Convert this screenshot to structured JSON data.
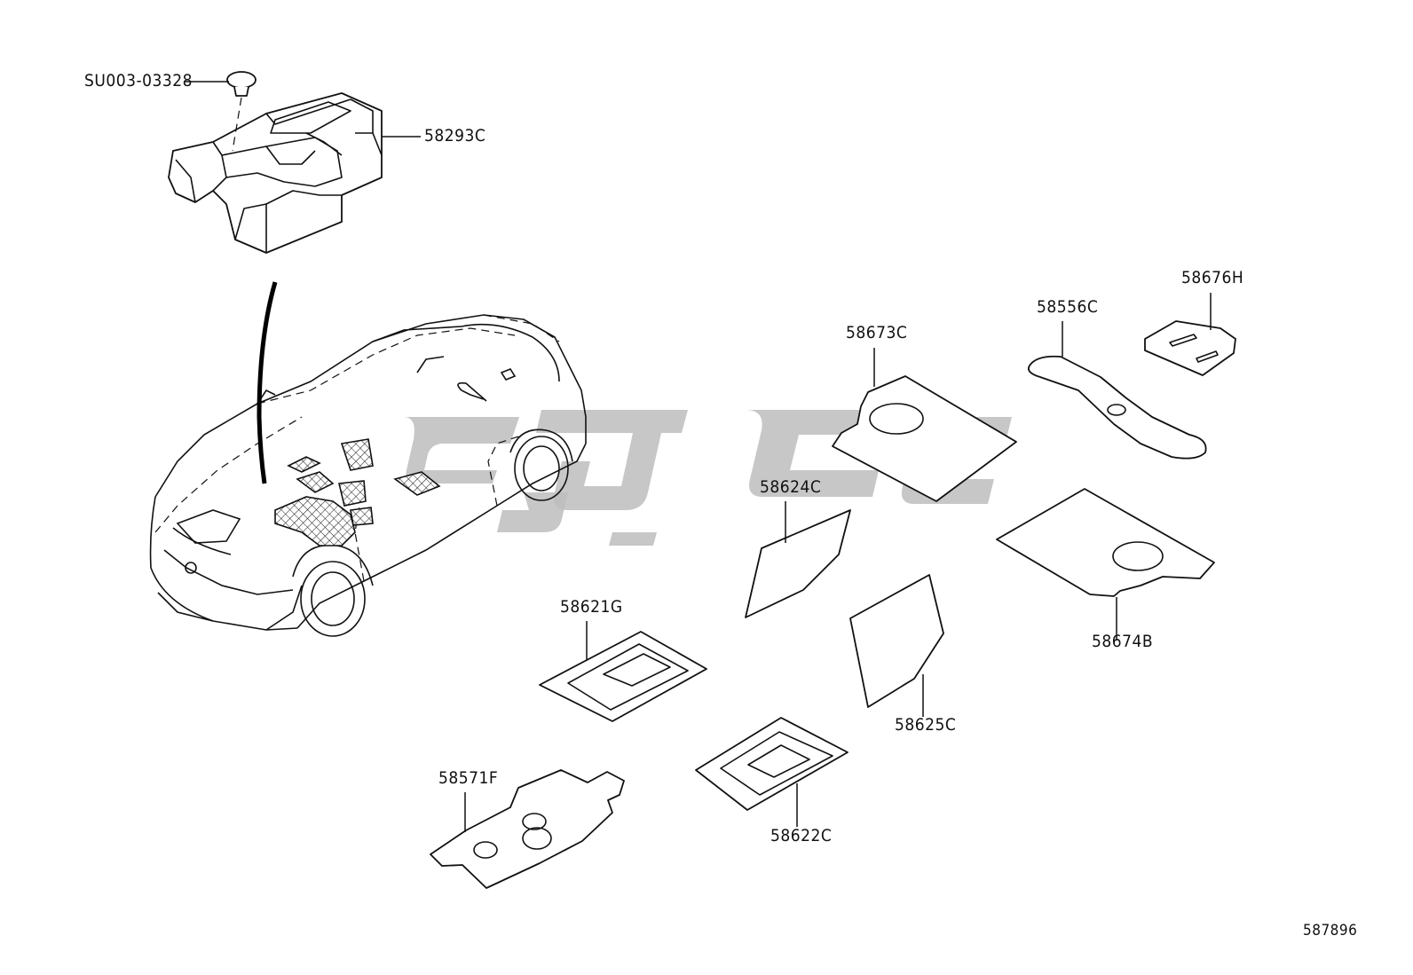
{
  "diagram": {
    "figure_number": "587896",
    "watermark_text": "",
    "callouts": [
      {
        "id": "fastener",
        "part_no": "SU003-03328"
      },
      {
        "id": "tunnel-silencer",
        "part_no": "58293C"
      },
      {
        "id": "silencer-58676H",
        "part_no": "58676H"
      },
      {
        "id": "silencer-58556C",
        "part_no": "58556C"
      },
      {
        "id": "silencer-58673C",
        "part_no": "58673C"
      },
      {
        "id": "silencer-58624C",
        "part_no": "58624C"
      },
      {
        "id": "silencer-58674B",
        "part_no": "58674B"
      },
      {
        "id": "silencer-58621G",
        "part_no": "58621G"
      },
      {
        "id": "silencer-58625C",
        "part_no": "58625C"
      },
      {
        "id": "silencer-58571F",
        "part_no": "58571F"
      },
      {
        "id": "silencer-58622C",
        "part_no": "58622C"
      }
    ]
  }
}
